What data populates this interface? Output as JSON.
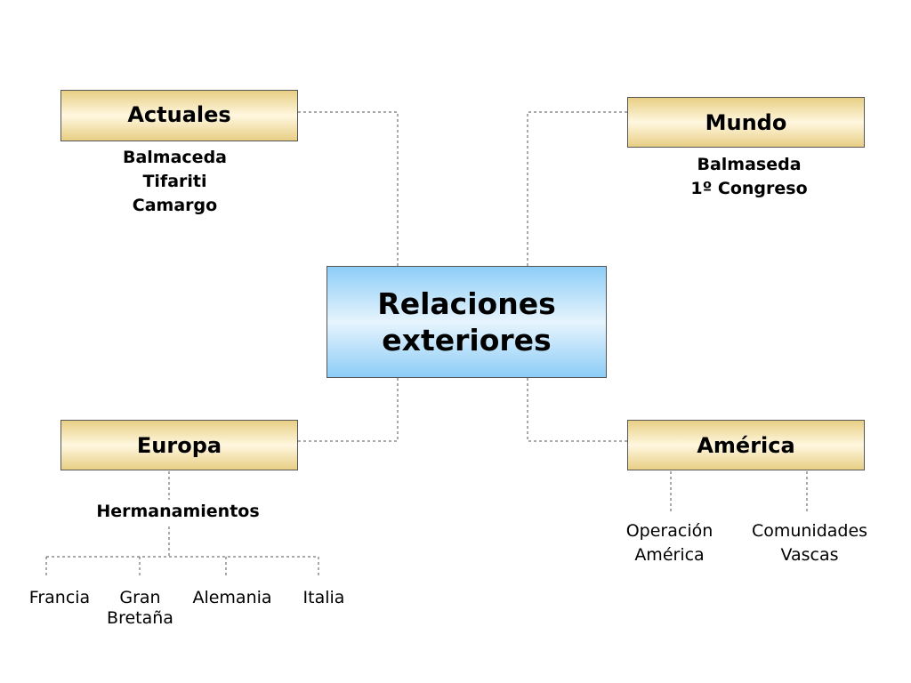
{
  "center": {
    "line1": "Relaciones",
    "line2": "exteriores"
  },
  "actuales": {
    "title": "Actuales",
    "items": [
      "Balmaceda",
      "Tifariti",
      "Camargo"
    ]
  },
  "mundo": {
    "title": "Mundo",
    "items": [
      "Balmaseda",
      "1º Congreso"
    ]
  },
  "europa": {
    "title": "Europa",
    "sub": "Hermanamientos",
    "leaves": [
      "Francia",
      "Gran",
      "Bretaña",
      "Alemania",
      "Italia"
    ]
  },
  "america": {
    "title": "América",
    "leaves": [
      "Operación",
      "América",
      "Comunidades",
      "Vascas"
    ]
  },
  "colors": {
    "gold": "#e8cf85",
    "blue": "#8dcdf7",
    "connector": "#555555"
  }
}
